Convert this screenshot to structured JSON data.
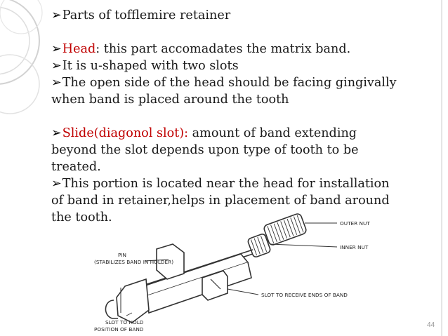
{
  "slide": {
    "paragraphs": [
      {
        "lines": [
          {
            "arrow": "➢",
            "rest": "Parts of tofflemire retainer"
          }
        ]
      },
      {
        "gap": true
      },
      {
        "lines": [
          {
            "arrow": "➢",
            "hl": "Head",
            "rest": ": this part accomadates the matrix band."
          }
        ]
      },
      {
        "lines": [
          {
            "arrow": "➢",
            "rest": "It is u-shaped with two slots"
          }
        ]
      },
      {
        "lines": [
          {
            "arrow": "➢",
            "rest": "The open side of the head should be facing gingivally"
          },
          {
            "rest": "when band is placed around the tooth"
          }
        ]
      },
      {
        "gap": true
      },
      {
        "lines": [
          {
            "arrow": "➢",
            "hl": "Slide(diagonol slot):",
            "rest": " amount of band extending"
          },
          {
            "rest": "beyond the slot depends upon type of tooth to be"
          },
          {
            "rest": "treated."
          }
        ]
      },
      {
        "lines": [
          {
            "arrow": "➢",
            "rest": "This portion is located near the head for installation"
          },
          {
            "rest": "of band in retainer,helps in placement of band around"
          },
          {
            "rest": "the tooth."
          }
        ]
      }
    ],
    "page_number": "44",
    "colors": {
      "highlight": "#c00000",
      "body_text": "#1a1a1a",
      "decor_circle": "#cfcfcf"
    }
  },
  "diagram": {
    "labels": {
      "outer_nut": "OUTER NUT",
      "inner_nut": "INNER NUT",
      "pin_title": "PIN",
      "pin_note": "(STABILIZES BAND IN HOLDER)",
      "slot_ends": "SLOT TO RECEIVE ENDS OF BAND",
      "slot_hold_1": "SLOT TO HOLD",
      "slot_hold_2": "POSITION OF BAND"
    }
  }
}
